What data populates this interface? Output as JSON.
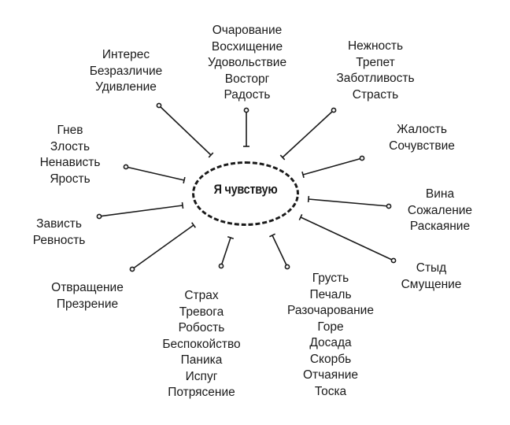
{
  "center": {
    "label": "Я чувствую"
  },
  "groups": [
    {
      "id": "joy",
      "items": [
        "Очарование",
        "Восхищение",
        "Удовольствие",
        "Восторг",
        "Радость"
      ]
    },
    {
      "id": "tenderness",
      "items": [
        "Нежность",
        "Трепет",
        "Заботливость",
        "Страсть"
      ]
    },
    {
      "id": "pity",
      "items": [
        "Жалость",
        "Сочувствие"
      ]
    },
    {
      "id": "guilt",
      "items": [
        "Вина",
        "Сожаление",
        "Раскаяние"
      ]
    },
    {
      "id": "shame",
      "items": [
        "Стыд",
        "Смущение"
      ]
    },
    {
      "id": "sadness",
      "items": [
        "Грусть",
        "Печаль",
        "Разочарование",
        "Горе",
        "Досада",
        "Скорбь",
        "Отчаяние",
        "Тоска"
      ]
    },
    {
      "id": "fear",
      "items": [
        "Страх",
        "Тревога",
        "Робость",
        "Беспокойство",
        "Паника",
        "Испуг",
        "Потрясение"
      ]
    },
    {
      "id": "disgust",
      "items": [
        "Отвращение",
        "Презрение"
      ]
    },
    {
      "id": "envy",
      "items": [
        "Зависть",
        "Ревность"
      ]
    },
    {
      "id": "anger",
      "items": [
        "Гнев",
        "Злость",
        "Ненависть",
        "Ярость"
      ]
    },
    {
      "id": "interest",
      "items": [
        "Интерес",
        "Безразличие",
        "Удивление"
      ]
    }
  ],
  "colors": {
    "ink": "#1a1a1a",
    "background": "#ffffff"
  }
}
